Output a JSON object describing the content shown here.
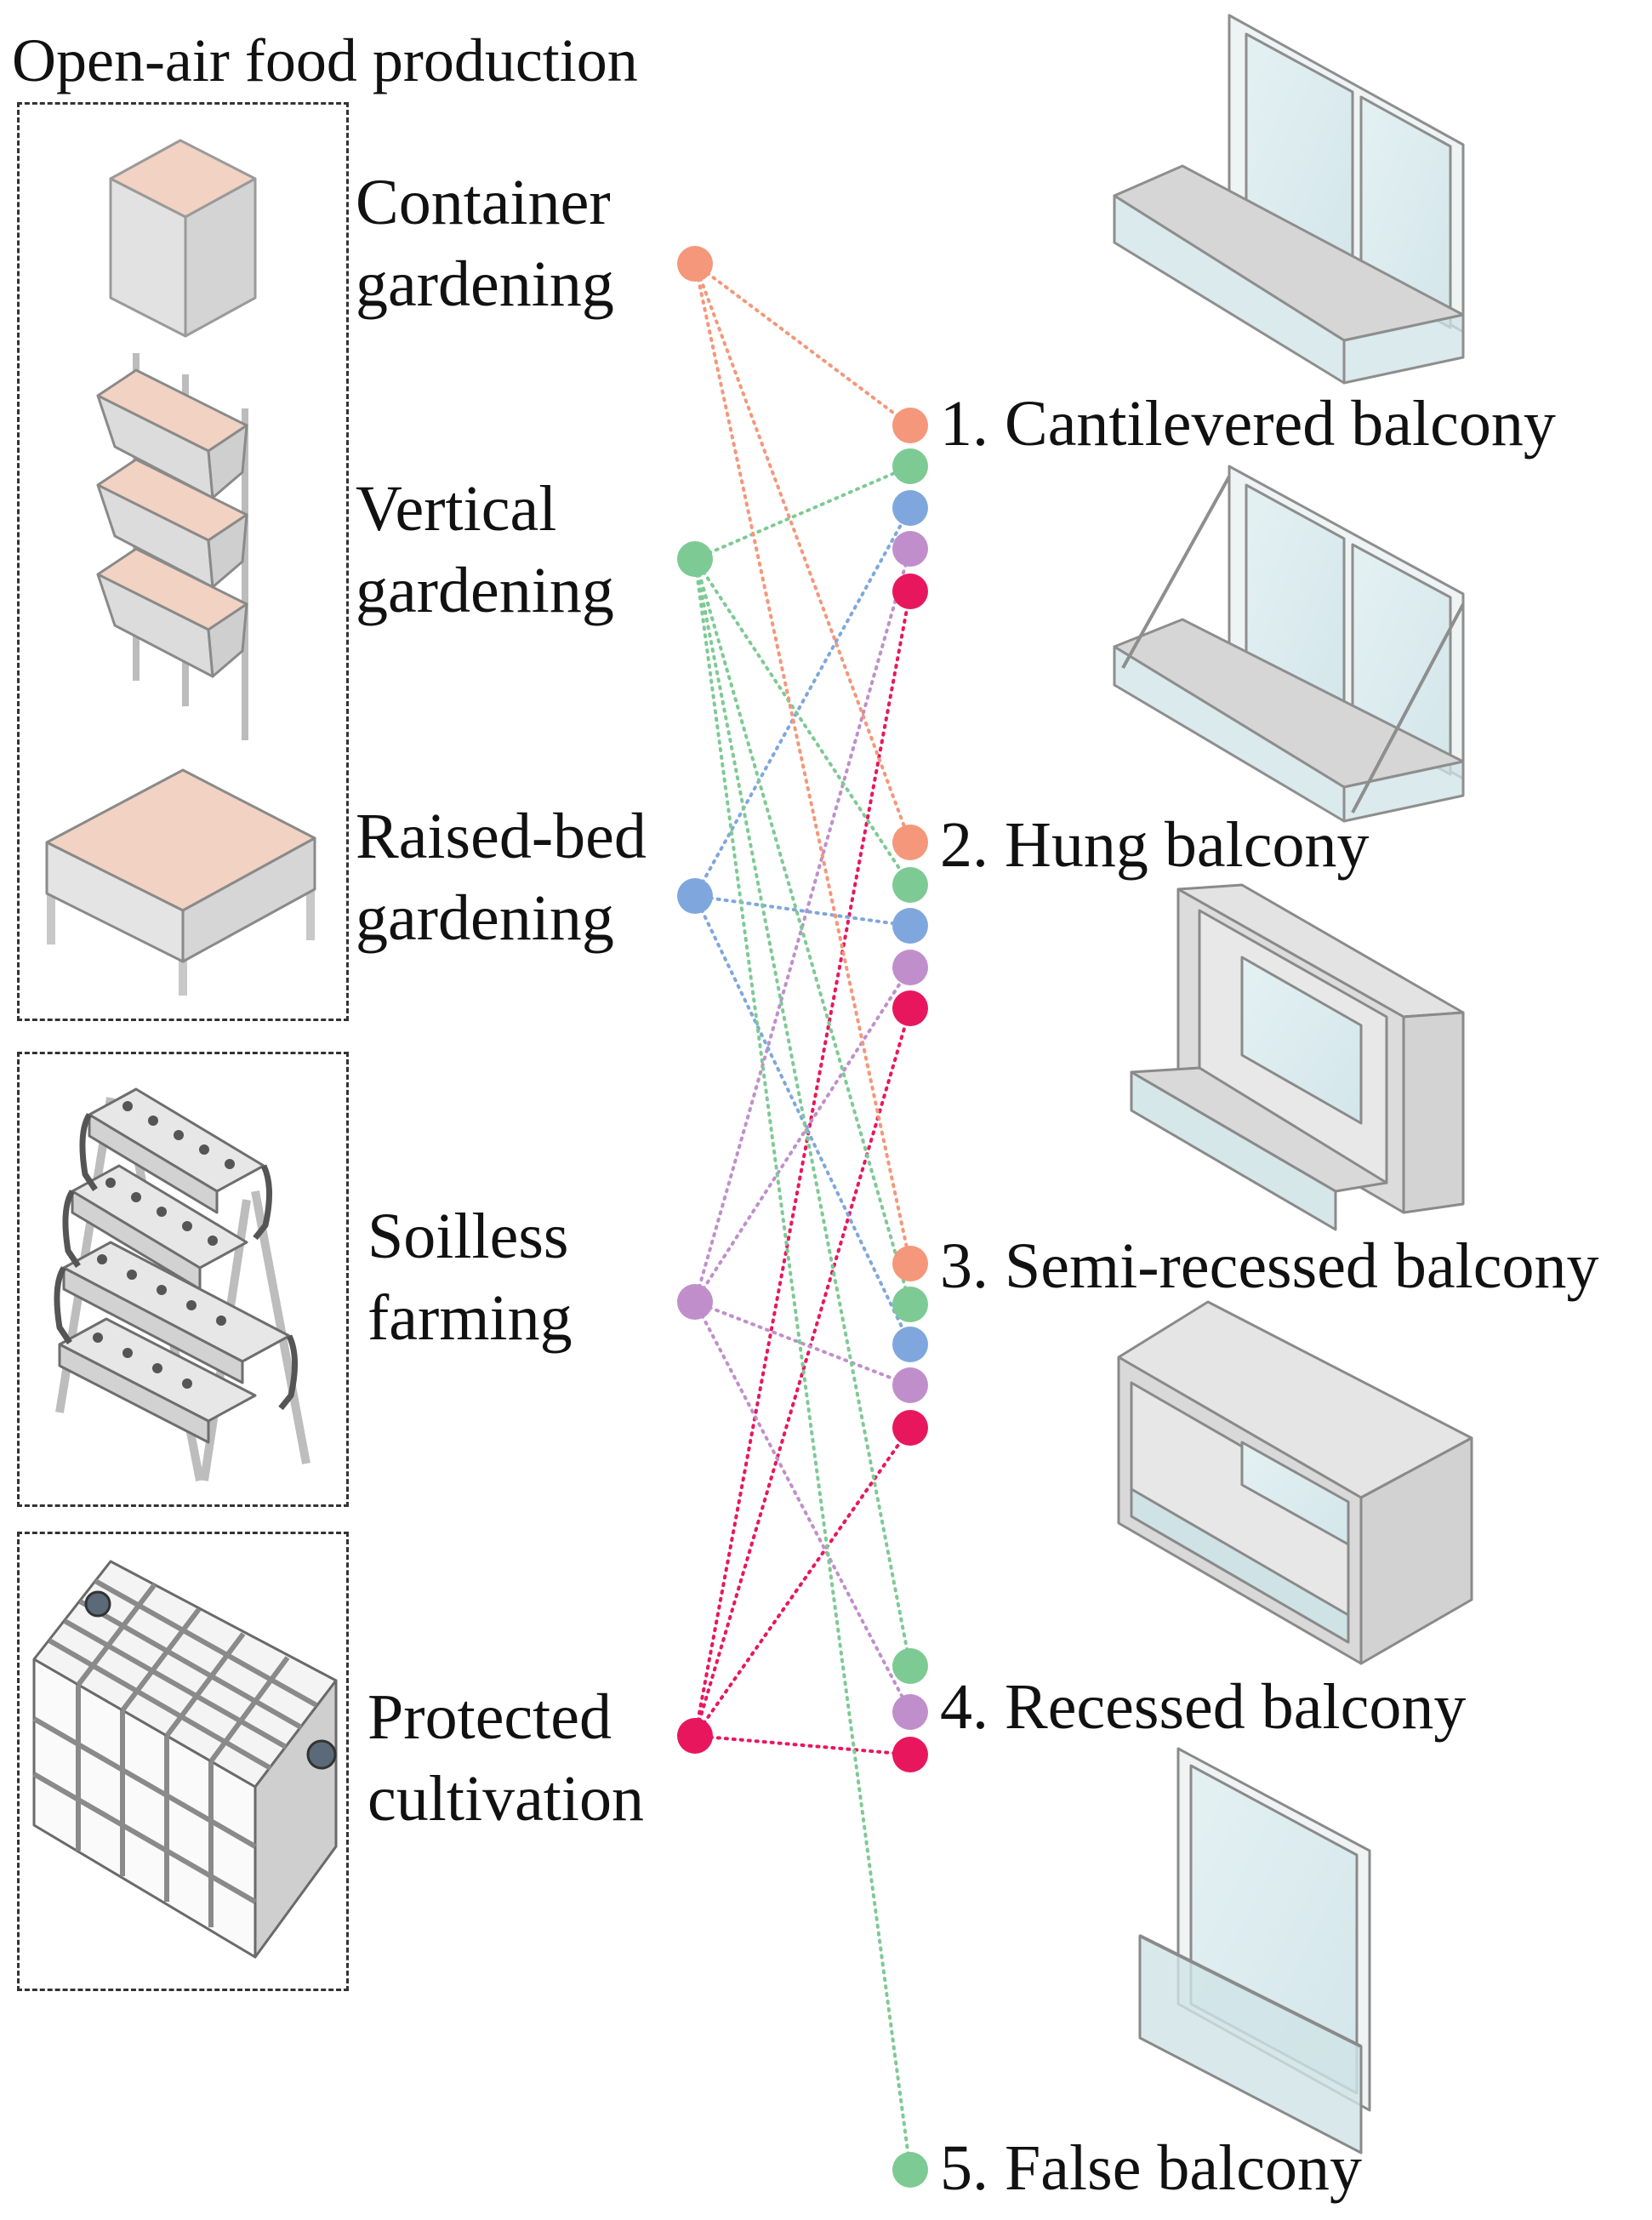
{
  "title": "Open-air food production",
  "colors": {
    "container": "#f4977a",
    "vertical": "#7dca94",
    "raised_bed": "#7fa7de",
    "soilless": "#c08fcb",
    "protected": "#e8175d"
  },
  "methods": [
    {
      "key": "container",
      "line1": "Container",
      "line2": "gardening",
      "icon": "planter-box-icon"
    },
    {
      "key": "vertical",
      "line1": "Vertical",
      "line2": "gardening",
      "icon": "vertical-planter-icon"
    },
    {
      "key": "raised_bed",
      "line1": "Raised-bed",
      "line2": "gardening",
      "icon": "raised-bed-icon"
    },
    {
      "key": "soilless",
      "line1": "Soilless",
      "line2": "farming",
      "icon": "hydroponic-rack-icon"
    },
    {
      "key": "protected",
      "line1": "Protected",
      "line2": "cultivation",
      "icon": "greenhouse-icon"
    }
  ],
  "balconies": [
    {
      "label": "1. Cantilevered balcony",
      "icon": "cantilevered-balcony-icon",
      "methods": [
        "container",
        "vertical",
        "raised_bed",
        "soilless",
        "protected"
      ]
    },
    {
      "label": "2. Hung balcony",
      "icon": "hung-balcony-icon",
      "methods": [
        "container",
        "vertical",
        "raised_bed",
        "soilless",
        "protected"
      ]
    },
    {
      "label": "3. Semi-recessed balcony",
      "icon": "semi-recessed-balcony-icon",
      "methods": [
        "container",
        "vertical",
        "raised_bed",
        "soilless",
        "protected"
      ]
    },
    {
      "label": "4. Recessed balcony",
      "icon": "recessed-balcony-icon",
      "methods": [
        "vertical",
        "soilless",
        "protected"
      ]
    },
    {
      "label": "5. False balcony",
      "icon": "false-balcony-icon",
      "methods": [
        "vertical"
      ]
    }
  ]
}
